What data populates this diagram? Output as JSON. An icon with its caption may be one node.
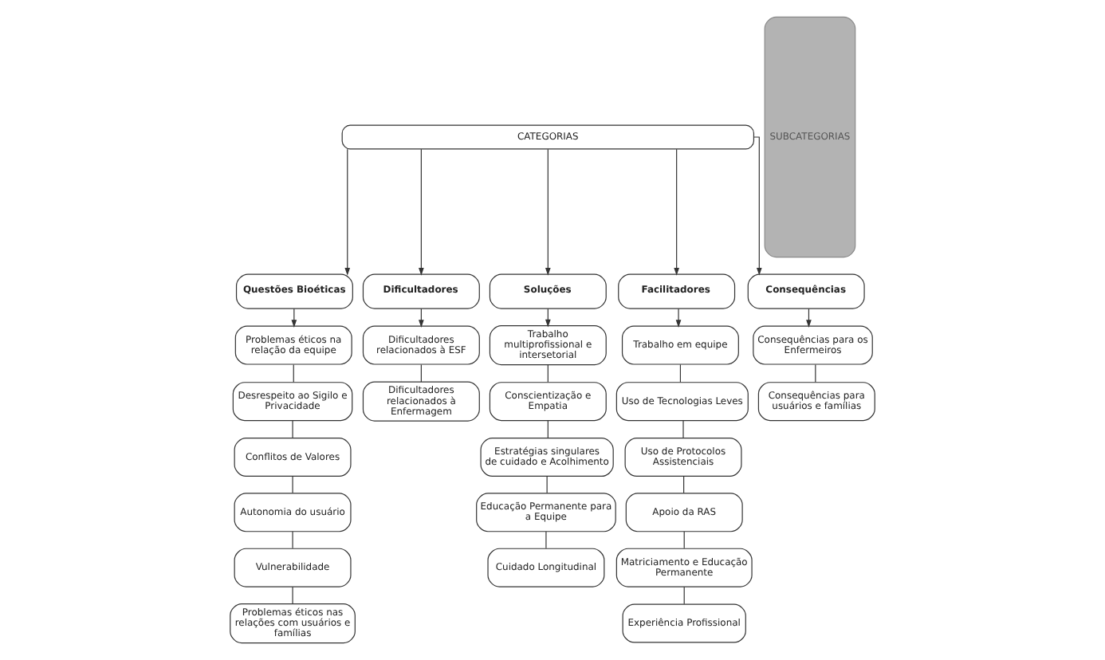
{
  "diagram": {
    "nodes": [
      {
        "text": [
          "CATEGORIAS"
        ]
      },
      {
        "text": [
          "SUBCATEGORIAS"
        ]
      },
      {
        "text": [
          "Questões Bioéticas"
        ]
      },
      {
        "text": [
          "Dificultadores"
        ]
      },
      {
        "text": [
          "Soluções"
        ]
      },
      {
        "text": [
          "Facilitadores"
        ]
      },
      {
        "text": [
          "Consequências"
        ]
      },
      {
        "text": [
          "Problemas éticos na relação da equipe"
        ]
      },
      {
        "text": [
          "Desrespeito ao Sigilo e Privacidade"
        ]
      },
      {
        "text": [
          "Conflitos de Valores"
        ]
      },
      {
        "text": [
          "Autonomia do usuário"
        ]
      },
      {
        "text": [
          "Vulnerabilidade"
        ]
      },
      {
        "text": [
          "Problemas éticos nas relações com usuários e famílias"
        ]
      },
      {
        "text": [
          "Dificultadores relacionados à ESF"
        ]
      },
      {
        "text": [
          "Dificultadores relacionados à Enfermagem"
        ]
      },
      {
        "text": [
          "Trabalho multiprofissional e intersetorial"
        ]
      },
      {
        "text": [
          "Conscientização e Empatia"
        ]
      },
      {
        "text": [
          "Estratégias singulares de cuidado e Acolhimento"
        ]
      },
      {
        "text": [
          "Educação Permanente para a Equipe"
        ]
      },
      {
        "text": [
          "Cuidado Longitudinal"
        ]
      },
      {
        "text": [
          "Trabalho em equipe"
        ]
      },
      {
        "text": [
          "Uso de Tecnologias Leves"
        ]
      },
      {
        "text": [
          "Uso de Protocolos Assistenciais"
        ]
      },
      {
        "text": [
          "Apoio da RAS"
        ]
      },
      {
        "text": [
          "Matriciamento e Educação Permanente"
        ]
      },
      {
        "text": [
          "Experiência Profissional"
        ]
      },
      {
        "text": [
          "Consequências para os Enfermeiros"
        ]
      },
      {
        "text": [
          "Consequências para usuários e famílias"
        ]
      }
    ],
    "edges": [
      {
        "from": 0,
        "to": 2,
        "arrow": "to"
      },
      {
        "from": 0,
        "to": 3,
        "arrow": "to"
      },
      {
        "from": 0,
        "to": 4,
        "arrow": "to"
      },
      {
        "from": 0,
        "to": 5,
        "arrow": "to"
      },
      {
        "from": 0,
        "to": 6,
        "arrow": "to"
      },
      {
        "from": 2,
        "to": 7,
        "arrow": "to"
      },
      {
        "from": 7,
        "to": 8,
        "arrow": "none"
      },
      {
        "from": 8,
        "to": 9,
        "arrow": "none"
      },
      {
        "from": 9,
        "to": 10,
        "arrow": "none"
      },
      {
        "from": 10,
        "to": 11,
        "arrow": "none"
      },
      {
        "from": 11,
        "to": 12,
        "arrow": "none"
      },
      {
        "from": 3,
        "to": 13,
        "arrow": "to"
      },
      {
        "from": 13,
        "to": 14,
        "arrow": "none"
      },
      {
        "from": 4,
        "to": 15,
        "arrow": "to"
      },
      {
        "from": 15,
        "to": 16,
        "arrow": "none"
      },
      {
        "from": 16,
        "to": 17,
        "arrow": "none"
      },
      {
        "from": 17,
        "to": 18,
        "arrow": "none"
      },
      {
        "from": 18,
        "to": 19,
        "arrow": "none"
      },
      {
        "from": 5,
        "to": 20,
        "arrow": "to"
      },
      {
        "from": 20,
        "to": 21,
        "arrow": "none"
      },
      {
        "from": 21,
        "to": 22,
        "arrow": "none"
      },
      {
        "from": 22,
        "to": 23,
        "arrow": "none"
      },
      {
        "from": 23,
        "to": 24,
        "arrow": "none"
      },
      {
        "from": 24,
        "to": 25,
        "arrow": "none"
      },
      {
        "from": 6,
        "to": 26,
        "arrow": "to"
      },
      {
        "from": 26,
        "to": 27,
        "arrow": "none"
      }
    ]
  }
}
